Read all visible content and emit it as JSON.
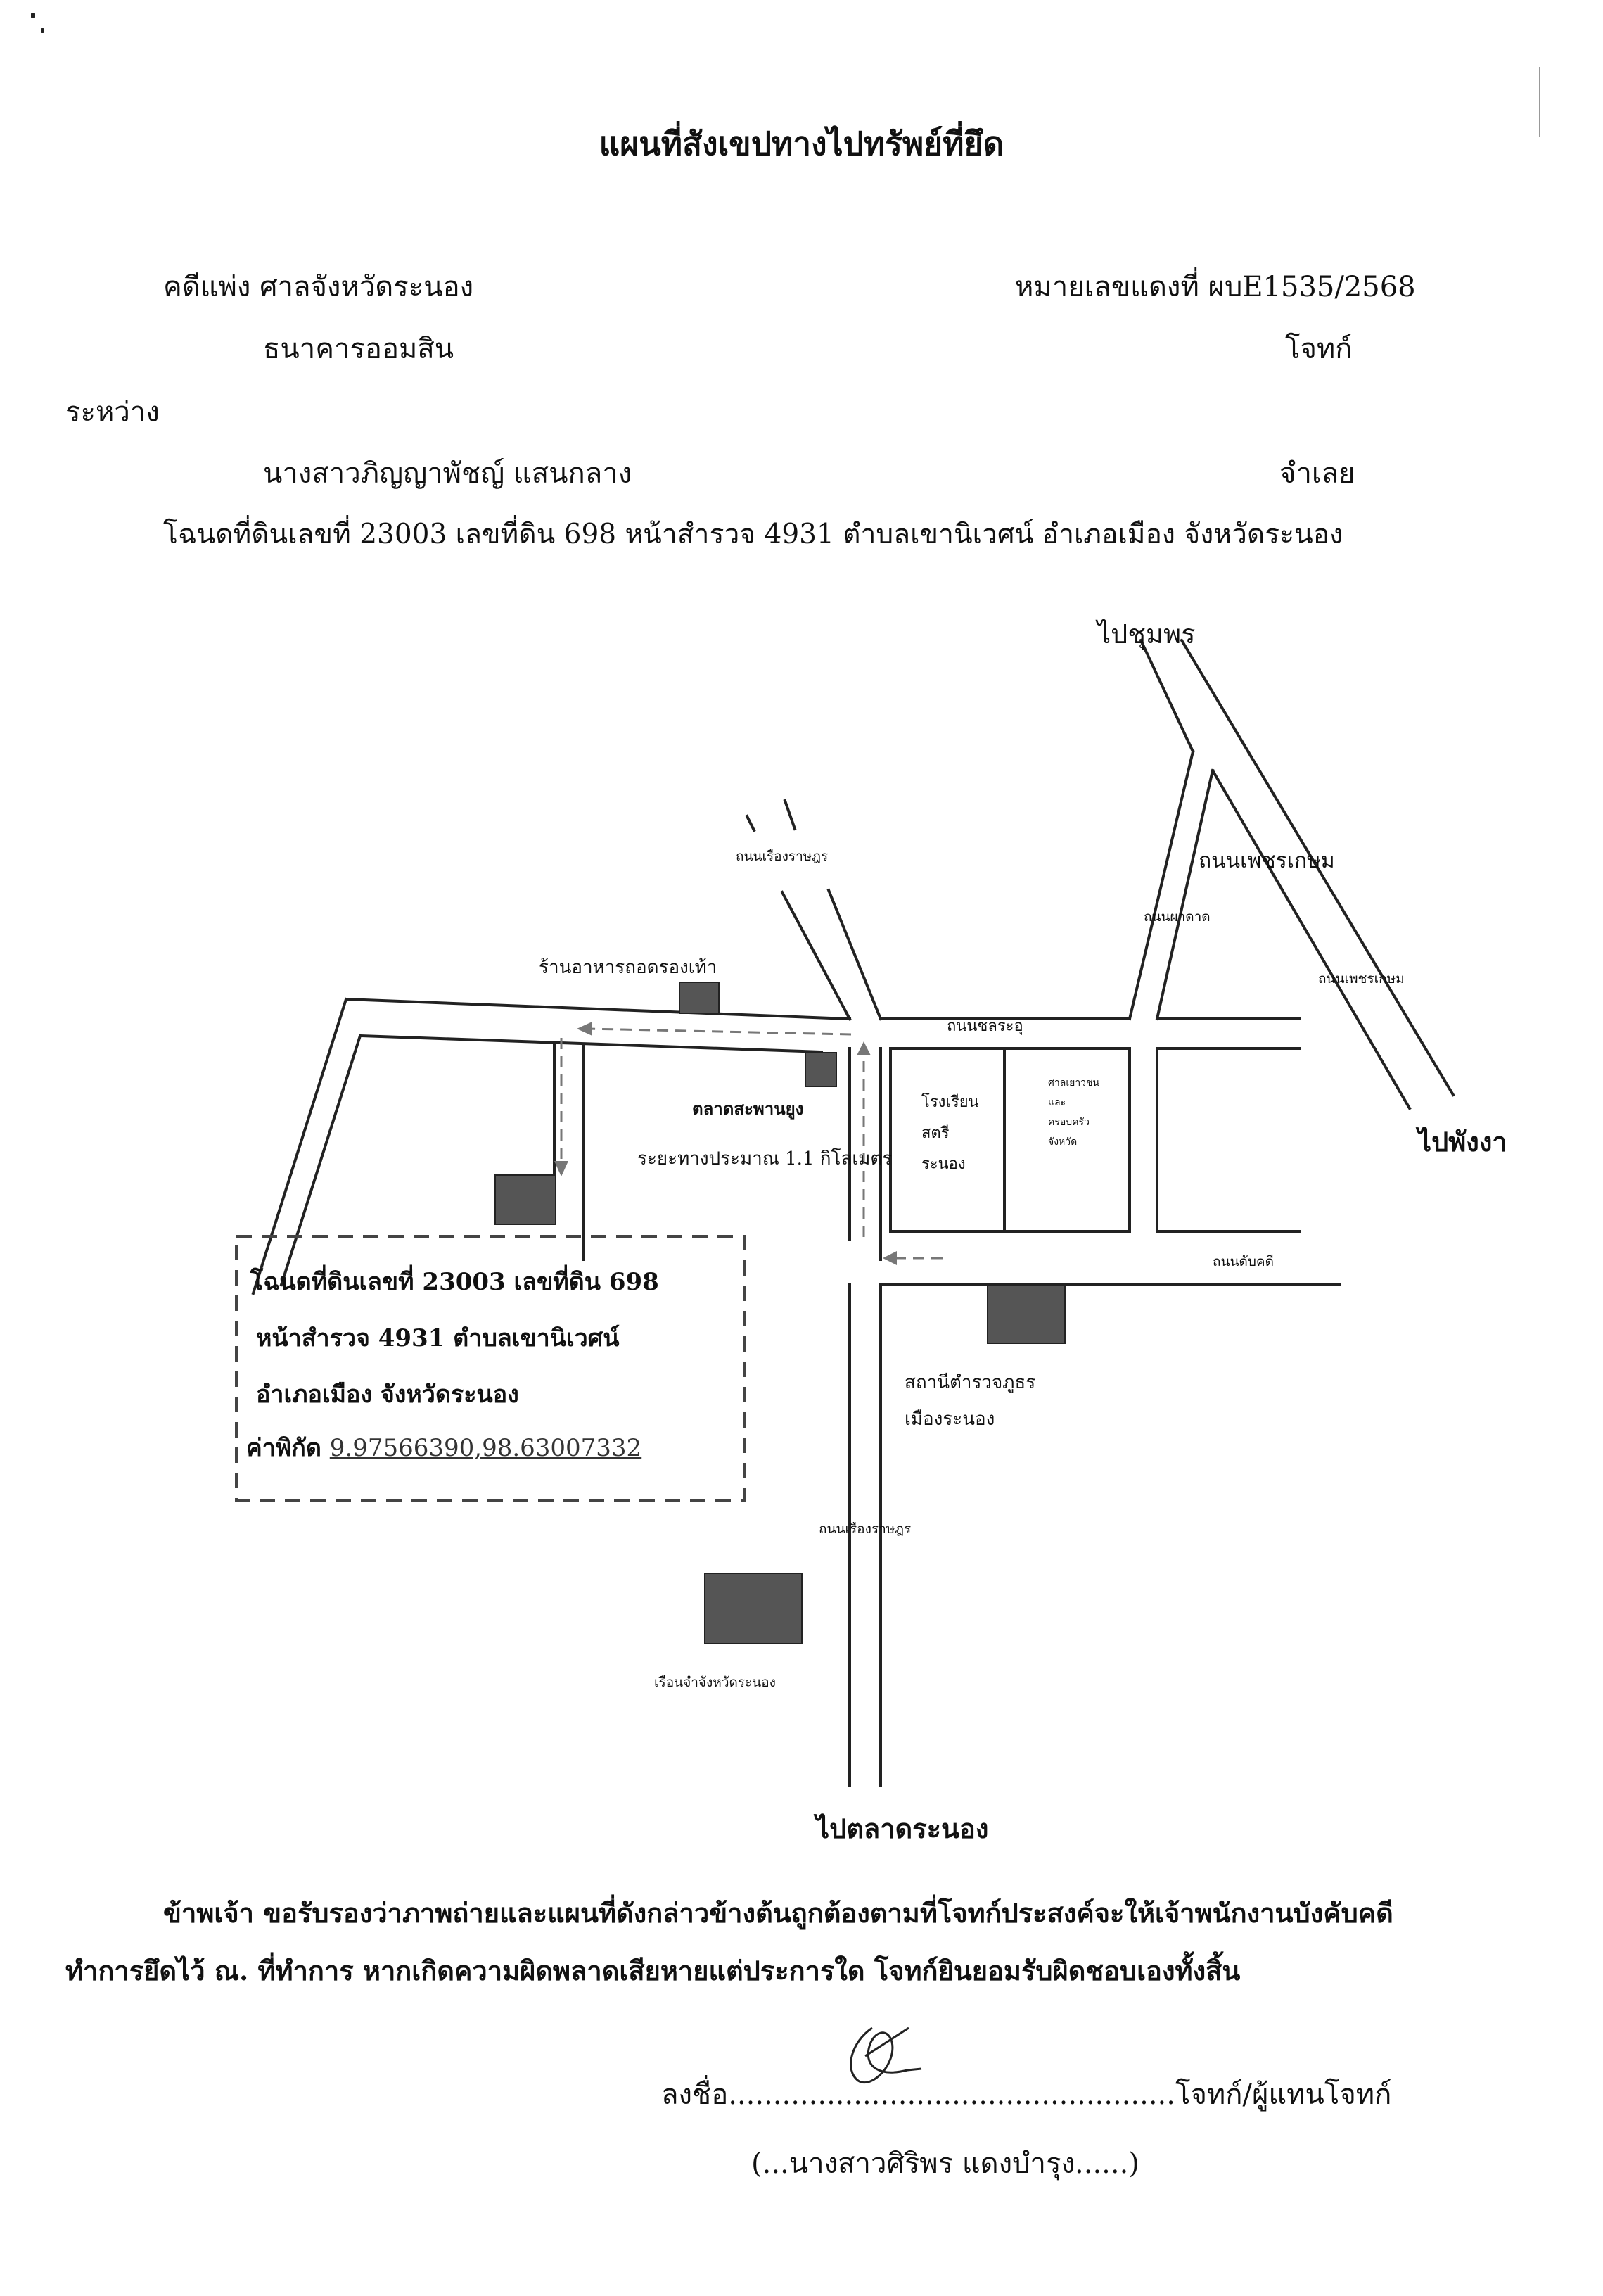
{
  "document": {
    "title": "แผนที่สังเขปทางไปทรัพย์ที่ยึด",
    "case_label": "คดีแพ่ง ศาลจังหวัดระนอง",
    "case_number": "หมายเลขแดงที่ ผบE1535/2568",
    "plaintiff_name": "ธนาคารออมสิน",
    "plaintiff_role": "โจทก์",
    "between": "ระหว่าง",
    "defendant_name": "นางสาวภิญญาพัชญ์ แสนกลาง",
    "defendant_role": "จำเลย",
    "deed_line": "โฉนดที่ดินเลขที่ 23003 เลขที่ดิน 698 หน้าสำรวจ 4931 ตำบลเขานิเวศน์ อำเภอเมือง จังหวัดระนอง"
  },
  "map": {
    "dir_north": "ไปชุมพร",
    "dir_east": "ไปพังงา",
    "dir_south": "ไปตลาดระนอง",
    "road_ruang_north": "ถนนเรืองราษฎร",
    "road_ruang_south": "ถนนเรืองราษฎร",
    "road_phetkasem_1": "ถนนเพชรเกษม",
    "road_phetkasem_2": "ถนนเพชรเกษม",
    "road_phadad": "ถนนผาดาด",
    "road_chonrao": "ถนนชลระอุ",
    "road_tubkhadee": "ถนนดับคดี",
    "shop": "ร้านอาหารถอดรองเท้า",
    "market": "ตลาดสะพานยูง",
    "distance": "ระยะทางประมาณ 1.1 กิโลเมตร",
    "school": [
      "โรงเรียน",
      "สตรี",
      "ระนอง"
    ],
    "family_court": [
      "ศาลเยาวชน",
      "และ",
      "ครอบครัว",
      "จังหวัด"
    ],
    "police": [
      "สถานีตำรวจภูธร",
      "เมืองระนอง"
    ],
    "prison": "เรือนจำจังหวัดระนอง",
    "box_line1": "โฉนดที่ดินเลขที่ 23003 เลขที่ดิน 698",
    "box_line2": "หน้าสำรวจ 4931 ตำบลเขานิเวศน์",
    "box_line3": "อำเภอเมือง จังหวัดระนอง",
    "box_coord_label": "ค่าพิกัด",
    "box_coord_value": "9.97566390,98.63007332"
  },
  "certification": {
    "line1": "ข้าพเจ้า ขอรับรองว่าภาพถ่ายและแผนที่ดังกล่าวข้างต้นถูกต้องตามที่โจทก์ประสงค์จะให้เจ้าพนักงานบังคับคดี",
    "line2": "ทำการยึดไว้ ณ. ที่ทำการ หากเกิดความผิดพลาดเสียหายแต่ประการใด โจทก์ยินยอมรับผิดชอบเองทั้งสิ้น",
    "sign_label": "ลงชื่อ",
    "sign_dots": "..................................................",
    "sign_role": "โจทก์/ผู้แทนโจทก์",
    "signer_name": "(...นางสาวศิริพร แดงบำรุง......)"
  }
}
